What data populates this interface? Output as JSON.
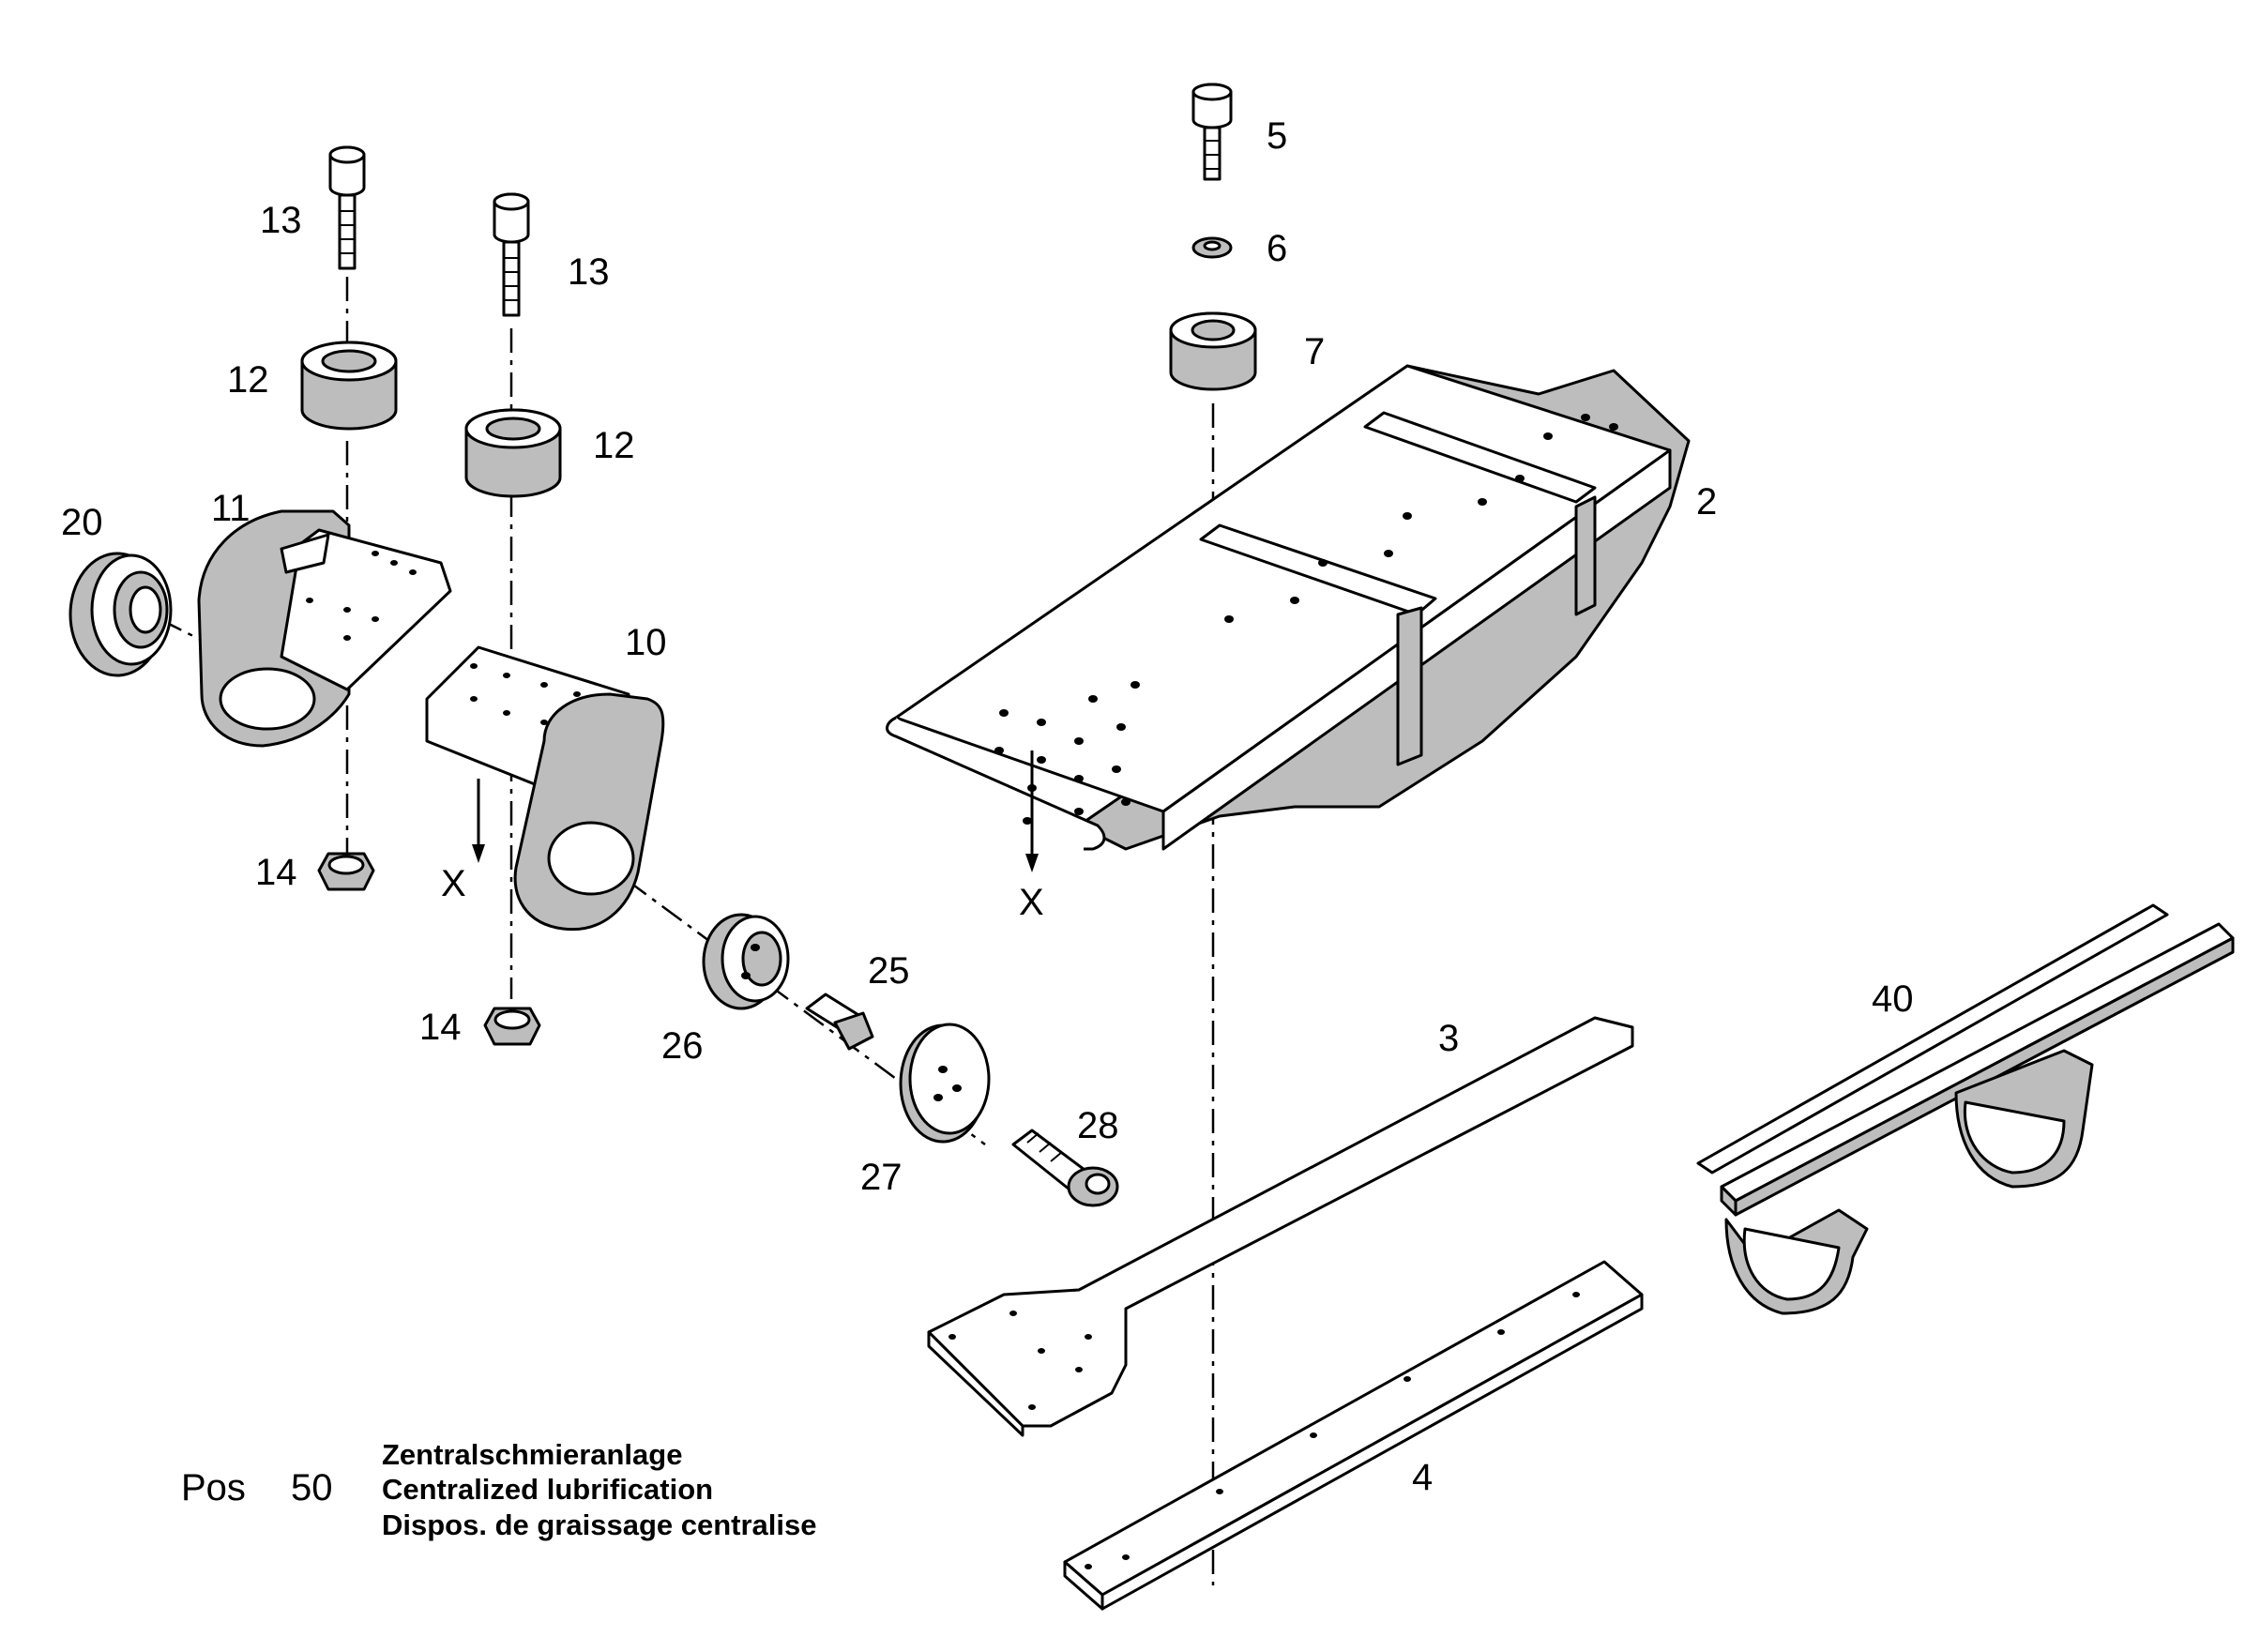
{
  "labels": {
    "p2": "2",
    "p3": "3",
    "p4": "4",
    "p5": "5",
    "p6": "6",
    "p7": "7",
    "p10": "10",
    "p11": "11",
    "p12a": "12",
    "p12b": "12",
    "p13a": "13",
    "p13b": "13",
    "p14a": "14",
    "p14b": "14",
    "p20": "20",
    "p25": "25",
    "p26": "26",
    "p27": "27",
    "p28": "28",
    "p40": "40",
    "x_left": "X",
    "x_right": "X"
  },
  "legend": {
    "pos_label": "Pos",
    "pos_number": "50",
    "line_de": "Zentralschmieranlage",
    "line_en": "Centralized lubrification",
    "line_fr": "Dispos. de graissage centralise"
  }
}
